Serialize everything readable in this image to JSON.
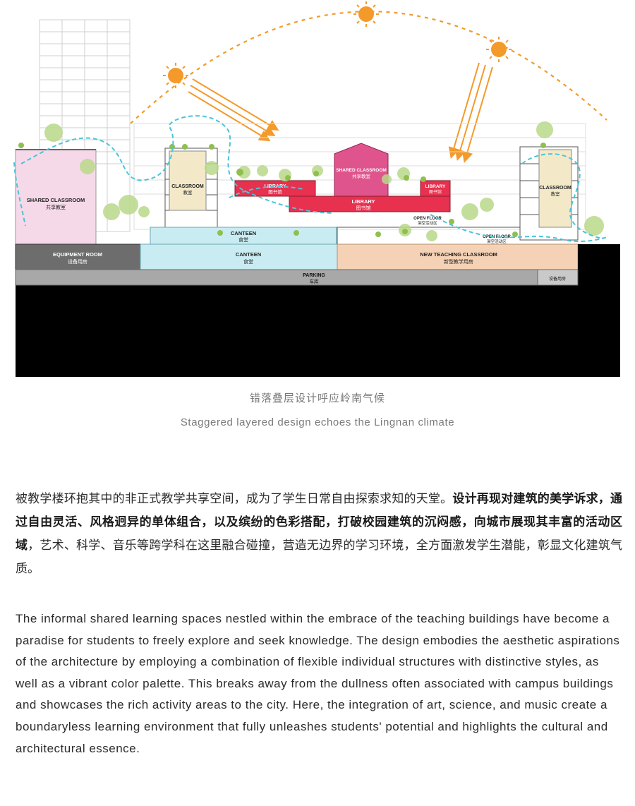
{
  "diagram": {
    "labels": {
      "shared_classroom_left": "SHARED CLASSROOM",
      "shared_classroom_left_cn": "共享教室",
      "classroom_left": "CLASSROOM",
      "classroom_left_cn": "教室",
      "library_left": "LIBRARY",
      "library_left_cn": "图书馆",
      "shared_classroom_top": "SHARED CLASSROOM",
      "shared_classroom_top_cn": "共享教室",
      "library_right": "LIBRARY",
      "library_right_cn": "图书馆",
      "library_main": "LIBRARY",
      "library_main_cn": "图书馆",
      "open_floor_mid": "OPEN FLOOR",
      "open_floor_mid_cn": "架空活动区",
      "classroom_right": "CLASSROOM",
      "classroom_right_cn": "教室",
      "canteen_upper": "CANTEEN",
      "canteen_upper_cn": "食堂",
      "open_floor_right": "OPEN FLOOR",
      "open_floor_right_cn": "架空活动区",
      "equipment_room": "EQUIPMENT ROOM",
      "equipment_room_cn": "设备用房",
      "canteen_lower": "CANTEEN",
      "canteen_lower_cn": "食堂",
      "new_teaching_classroom": "NEW TEACHING CLASSROOM",
      "new_teaching_classroom_cn": "新型教学用房",
      "parking": "PARKING",
      "parking_cn": "车库",
      "equipment_small_cn": "设备用房"
    },
    "colors": {
      "shared_pink": "#f6d9e8",
      "classroom_beige": "#f3e9c9",
      "library_red": "#e8304f",
      "shared_magenta": "#e0548d",
      "canteen_cyan": "#c9ecf2",
      "teaching_peach": "#f5d2b5",
      "equipment_gray": "#6d6d6d",
      "parking_gray": "#a8a8a8",
      "sun_orange": "#f39a2b",
      "wind_cyan": "#4cc3d9",
      "ground_black": "#000000",
      "tree_green": "#b9d98a"
    }
  },
  "caption": {
    "cn": "错落叠层设计呼应岭南气候",
    "en": "Staggered layered design echoes the Lingnan climate"
  },
  "paragraph_cn": {
    "normal_1": "被教学楼环抱其中的非正式教学共享空间，成为了学生日常自由探索求知的天堂。",
    "bold_1": "设计再现对建筑的美学诉求，通过自由灵活、风格迥异的单体组合，以及缤纷的色彩搭配，打破校园建筑的沉闷感，向城市展现其丰富的活动区域",
    "normal_2": "，艺术、科学、音乐等跨学科在这里融合碰撞，营造无边界的学习环境，全方面激发学生潜能，彰显文化建筑气质。"
  },
  "paragraph_en": "The informal shared learning spaces nestled within the embrace of the teaching buildings have become a paradise for students to freely explore and seek knowledge. The design embodies the aesthetic aspirations of the architecture by employing a combination of flexible individual structures with distinctive styles, as well as a vibrant color palette. This breaks away from the dullness often associated with campus buildings and showcases the rich activity areas to the city. Here, the integration of art, science, and music create a boundaryless learning environment that fully unleashes students' potential and highlights the cultural and architectural essence."
}
